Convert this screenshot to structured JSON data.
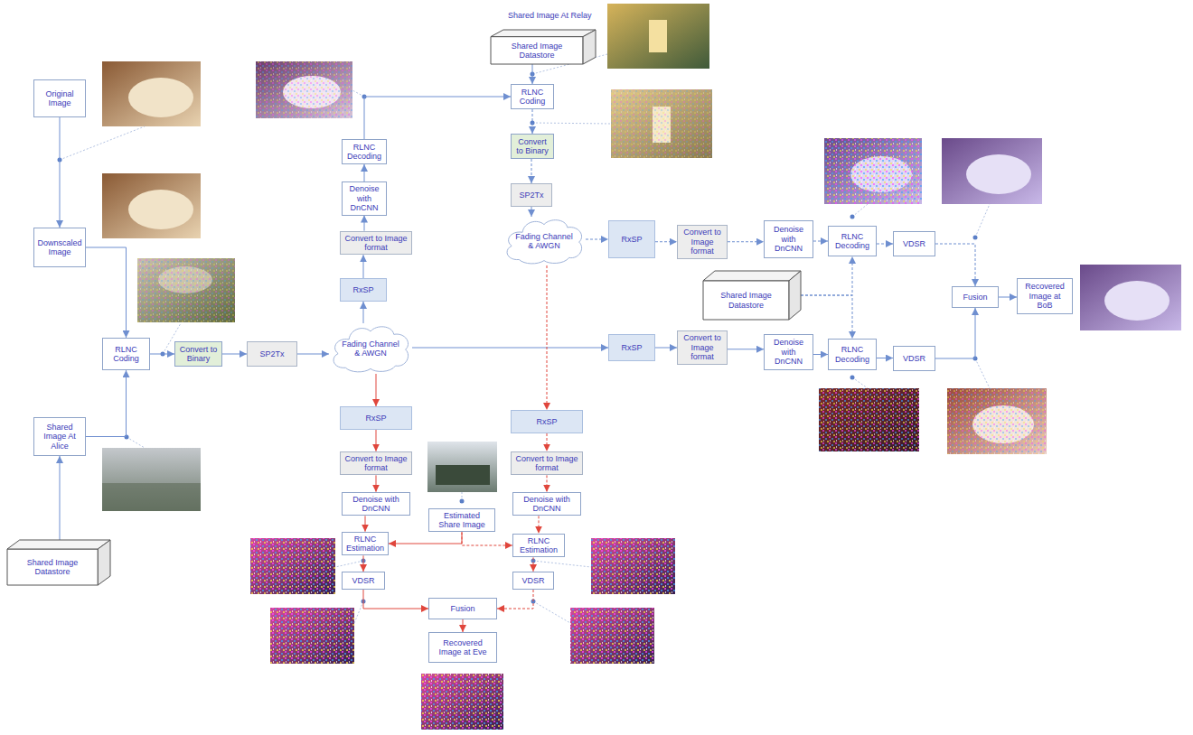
{
  "diagram": {
    "nodes": [
      {
        "text": [
          "Original Image"
        ]
      },
      {
        "text": [
          "Downscaled Image"
        ]
      },
      {
        "text": [
          "RLNC Coding"
        ]
      },
      {
        "text": [
          "Shared Image At Alice"
        ]
      },
      {
        "text": [
          "Shared Image Datastore"
        ]
      },
      {
        "text": [
          "Convert to Binary"
        ]
      },
      {
        "text": [
          "SP2Tx"
        ]
      },
      {
        "text": [
          "Fading Channel & AWGN"
        ]
      },
      {
        "text": [
          "RxSP"
        ]
      },
      {
        "text": [
          "Convert to Image format"
        ]
      },
      {
        "text": [
          "Denoise with DnCNN"
        ]
      },
      {
        "text": [
          "RLNC Decoding"
        ]
      },
      {
        "text": [
          "Shared Image Datastore"
        ]
      },
      {
        "text": [
          "RLNC Coding"
        ]
      },
      {
        "text": [
          "Convert to Binary"
        ]
      },
      {
        "text": [
          "SP2Tx"
        ]
      },
      {
        "text": [
          "Fading Channel & AWGN"
        ]
      },
      {
        "text": [
          "RxSP"
        ]
      },
      {
        "text": [
          "Convert to Image format"
        ]
      },
      {
        "text": [
          "Denoise with DnCNN"
        ]
      },
      {
        "text": [
          "RLNC Decoding"
        ]
      },
      {
        "text": [
          "VDSR"
        ]
      },
      {
        "text": [
          "Shared Image Datastore"
        ]
      },
      {
        "text": [
          "RxSP"
        ]
      },
      {
        "text": [
          "Convert to Image format"
        ]
      },
      {
        "text": [
          "Denoise with DnCNN"
        ]
      },
      {
        "text": [
          "RLNC Decoding"
        ]
      },
      {
        "text": [
          "VDSR"
        ]
      },
      {
        "text": [
          "Fusion"
        ]
      },
      {
        "text": [
          "Recovered Image at BoB"
        ]
      },
      {
        "text": [
          "RxSP"
        ]
      },
      {
        "text": [
          "Convert to Image format"
        ]
      },
      {
        "text": [
          "Denoise with DnCNN"
        ]
      },
      {
        "text": [
          "RLNC Estimation"
        ]
      },
      {
        "text": [
          "VDSR"
        ]
      },
      {
        "text": [
          "RxSP"
        ]
      },
      {
        "text": [
          "Convert to Image format"
        ]
      },
      {
        "text": [
          "Denoise with DnCNN"
        ]
      },
      {
        "text": [
          "RLNC Estimation"
        ]
      },
      {
        "text": [
          "VDSR"
        ]
      },
      {
        "text": [
          "Estimated Share Image"
        ]
      },
      {
        "text": [
          "Fusion"
        ]
      },
      {
        "text": [
          "Recovered Image at Eve"
        ]
      }
    ],
    "edges": [
      {
        "from": 0,
        "to": 1,
        "arrow": "to"
      },
      {
        "from": 1,
        "to": 2,
        "arrow": "to"
      },
      {
        "from": 3,
        "to": 2,
        "arrow": "to"
      },
      {
        "from": 4,
        "to": 3,
        "arrow": "to"
      },
      {
        "from": 2,
        "to": 5,
        "arrow": "to"
      },
      {
        "from": 5,
        "to": 6,
        "arrow": "to"
      },
      {
        "from": 6,
        "to": 7,
        "arrow": "to"
      },
      {
        "from": 7,
        "to": 8,
        "arrow": "to"
      },
      {
        "from": 8,
        "to": 9,
        "arrow": "to"
      },
      {
        "from": 9,
        "to": 10,
        "arrow": "to"
      },
      {
        "from": 10,
        "to": 11,
        "arrow": "to"
      },
      {
        "from": 11,
        "to": 13,
        "arrow": "to"
      },
      {
        "from": 12,
        "to": 13,
        "arrow": "to"
      },
      {
        "from": 13,
        "to": 14,
        "arrow": "to"
      },
      {
        "from": 14,
        "to": 15,
        "arrow": "to"
      },
      {
        "from": 15,
        "to": 16,
        "arrow": "to"
      },
      {
        "from": 16,
        "to": 17,
        "arrow": "to"
      },
      {
        "from": 17,
        "to": 18,
        "arrow": "to"
      },
      {
        "from": 18,
        "to": 19,
        "arrow": "to"
      },
      {
        "from": 19,
        "to": 20,
        "arrow": "to"
      },
      {
        "from": 20,
        "to": 21,
        "arrow": "to"
      },
      {
        "from": 22,
        "to": 20,
        "arrow": "to"
      },
      {
        "from": 22,
        "to": 26,
        "arrow": "to"
      },
      {
        "from": 21,
        "to": 28,
        "arrow": "to"
      },
      {
        "from": 7,
        "to": 23,
        "arrow": "to"
      },
      {
        "from": 23,
        "to": 24,
        "arrow": "to"
      },
      {
        "from": 24,
        "to": 25,
        "arrow": "to"
      },
      {
        "from": 25,
        "to": 26,
        "arrow": "to"
      },
      {
        "from": 26,
        "to": 27,
        "arrow": "to"
      },
      {
        "from": 27,
        "to": 28,
        "arrow": "to"
      },
      {
        "from": 28,
        "to": 29,
        "arrow": "to"
      },
      {
        "from": 7,
        "to": 30,
        "arrow": "to"
      },
      {
        "from": 30,
        "to": 31,
        "arrow": "to"
      },
      {
        "from": 31,
        "to": 32,
        "arrow": "to"
      },
      {
        "from": 32,
        "to": 33,
        "arrow": "to"
      },
      {
        "from": 33,
        "to": 34,
        "arrow": "to"
      },
      {
        "from": 16,
        "to": 35,
        "arrow": "to"
      },
      {
        "from": 35,
        "to": 36,
        "arrow": "to"
      },
      {
        "from": 36,
        "to": 37,
        "arrow": "to"
      },
      {
        "from": 37,
        "to": 38,
        "arrow": "to"
      },
      {
        "from": 38,
        "to": 39,
        "arrow": "to"
      },
      {
        "from": 40,
        "to": 33,
        "arrow": "to"
      },
      {
        "from": 40,
        "to": 38,
        "arrow": "to"
      },
      {
        "from": 34,
        "to": 41,
        "arrow": "to"
      },
      {
        "from": 39,
        "to": 41,
        "arrow": "to"
      },
      {
        "from": 41,
        "to": 42,
        "arrow": "to"
      }
    ],
    "labels": [
      "Shared Image At Relay"
    ]
  }
}
